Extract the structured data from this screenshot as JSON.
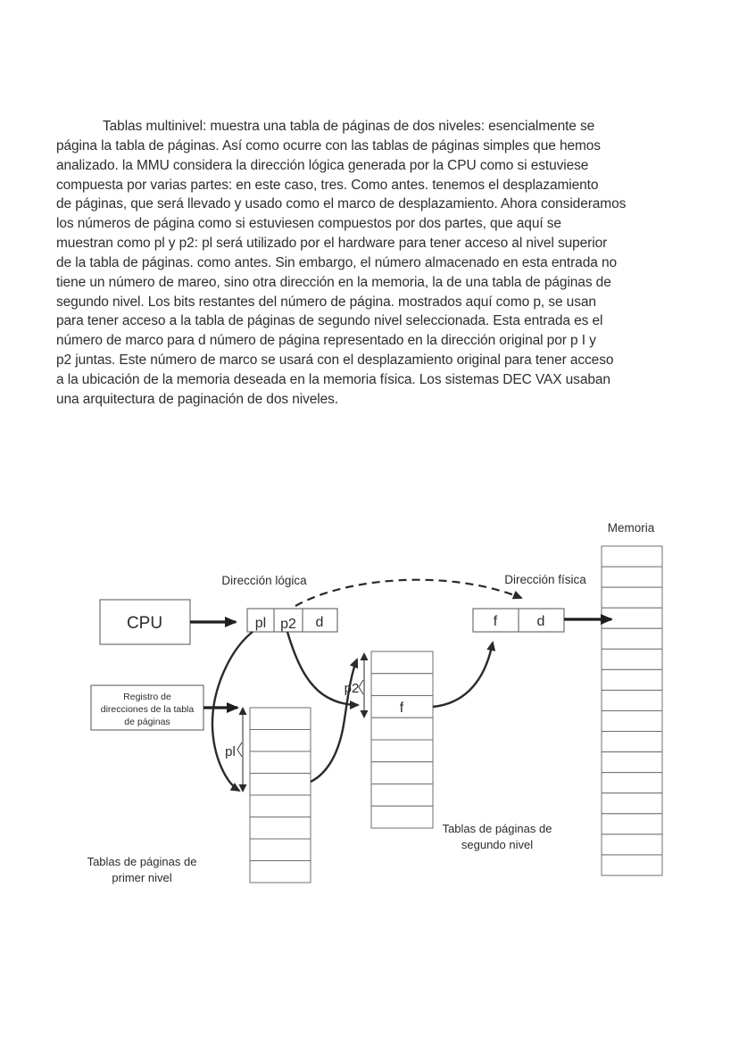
{
  "document": {
    "paragraph": {
      "lines": [
        "Tablas multinivel: muestra una tabla de páginas de dos niveles: esencialmente se",
        "página la tabla de páginas. Así como ocurre con las tablas de páginas simples que hemos",
        "analizado. la MMU considera la dirección lógica generada por la CPU como si estuviese",
        "compuesta por varias partes: en este caso, tres. Como antes. tenemos el desplazamiento",
        "de páginas, que será llevado y usado como el marco de desplazamiento. Ahora consideramos",
        "los números de página como si estuviesen compuestos por dos partes, que aquí se",
        "muestran como pl y p2: pl será utilizado por el hardware para tener acceso al nivel superior",
        "de la tabla de páginas. como antes. Sin embargo, el número almacenado en esta entrada no",
        "tiene un número de mareo, sino otra dirección en la memoria, la de una tabla de páginas de",
        "segundo nivel. Los bits restantes del número de página. mostrados aquí como p, se usan",
        "para tener acceso a la tabla de páginas de segundo nivel seleccionada. Esta entrada es el",
        "número de marco para d número de página representado en la dirección original por p I y",
        "p2 juntas. Este número de marco se usará con el desplazamiento original para tener acceso",
        "a la ubicación de la memoria deseada en la memoria física. Los sistemas DEC VAX usaban",
        "una arquitectura de paginación de dos niveles."
      ]
    }
  },
  "diagram": {
    "labels": {
      "memoria": "Memoria",
      "direccion_logica": "Dirección lógica",
      "direccion_fisica": "Dirección física",
      "cpu": "CPU"
    },
    "logical_address_cells": [
      "pl",
      "p2",
      "d"
    ],
    "physical_address_cells": [
      "f",
      "d"
    ],
    "register_box_lines": [
      "Registro de",
      "direcciones de la tabla",
      "de páginas"
    ],
    "offset_labels": {
      "pl": "pl",
      "p2": "p2"
    },
    "second_level_entry": "f",
    "captions": {
      "first_level": [
        "Tablas de páginas de",
        "primer nivel"
      ],
      "second_level": [
        "Tablas de páginas de",
        "segundo nivel"
      ]
    },
    "tables": {
      "memory_rows": 16,
      "first_level_rows": 8,
      "second_level_rows": 8
    },
    "colors": {
      "ink": "#2e2e2e",
      "line": "#2a2a2a",
      "table_border": "#6e6e6e",
      "background": "#ffffff"
    }
  }
}
